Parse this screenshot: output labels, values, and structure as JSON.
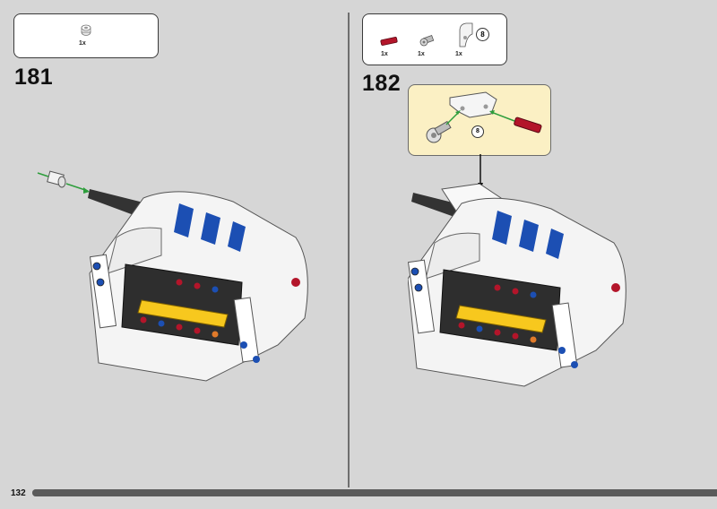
{
  "page": {
    "number": "132",
    "progress_fraction": 1.0
  },
  "colors": {
    "background": "#d6d6d6",
    "callout": "#fbf0c4",
    "blue": "#1c4fb3",
    "yellow": "#f7c81e",
    "red": "#b3152a",
    "arrow_green": "#2e9e3c"
  },
  "left": {
    "step_number": "181",
    "parts": [
      {
        "icon": "bush-icon",
        "qty": "1x"
      }
    ]
  },
  "right": {
    "step_number": "182",
    "parts": [
      {
        "icon": "red-axle-icon",
        "qty": "1x"
      },
      {
        "icon": "axle-connector-icon",
        "qty": "1x"
      },
      {
        "icon": "panel-connector-icon",
        "qty": "1x",
        "badge": "8"
      }
    ],
    "callout_badge": "8"
  }
}
